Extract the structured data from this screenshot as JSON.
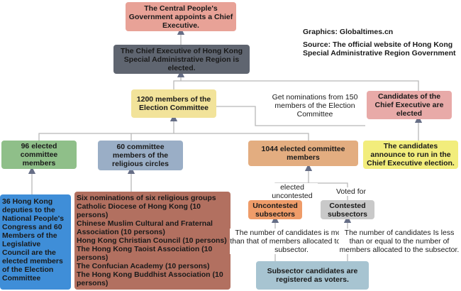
{
  "credits": {
    "graphics": "Graphics: Globaltimes.cn",
    "source": "Source: The official website of Hong Kong Special Administrative Region Government"
  },
  "nodes": {
    "central": "The Central People's Government appoints a Chief Executive.",
    "elected_ce": "The Chief Executive of Hong Kong Special Administrative Region is elected.",
    "committee": "1200 members of the Election Committee",
    "candidates": "Candidates of the Chief Executive are elected",
    "announce": "The candidates announce to run in the Chief Executive election.",
    "elected96": "96 elected committee members",
    "religious60": "60 committee members of the religious circles",
    "elected1044": "1044 elected committee members",
    "deputies": "36 Hong Kong deputies to the National People's Congress and 60 Members of the Legislative Council are the elected members of the Election Committee",
    "uncontested": "Uncontested subsectors",
    "contested": "Contested subsectors",
    "voters": "Subsector candidates are registered as voters."
  },
  "religious_list": [
    "Six nominations of six religious groups",
    "Catholic Diocese of Hong Kong (10 persons)",
    "Chinese Muslim Cultural and Fraternal Association (10 persons)",
    "Hong Kong Christian Council (10 persons)",
    "The Hong Kong Taoist Association (10 persons)",
    "The Confucian Academy (10 persons)",
    "The Hong Kong Buddhist Association (10 persons)"
  ],
  "annotations": {
    "nominations": "Get nominations from 150 members of the Election Committee",
    "elected_uncontested": "elected uncontested",
    "voted_for": "Voted for",
    "more_than": "The number of candidates is more than that of members allocated to the subsector.",
    "less_equal": "The number of candidates Is less than or equal to the number of members allocated to the subsector."
  },
  "colors": {
    "central": "#e8a297",
    "elected_ce": "#5f6570",
    "committee": "#f2e39a",
    "candidates": "#e8aaa8",
    "announce": "#f2ed7c",
    "elected96": "#8fbf89",
    "religious60": "#9aaec6",
    "elected1044": "#e3ad80",
    "deputies": "#3f8ed8",
    "religious_list": "#b27060",
    "uncontested": "#ef9c69",
    "contested": "#c9c9c9",
    "voters": "#a7c4d1",
    "connector": "#b8b8b8",
    "arrow": "#666e86"
  }
}
